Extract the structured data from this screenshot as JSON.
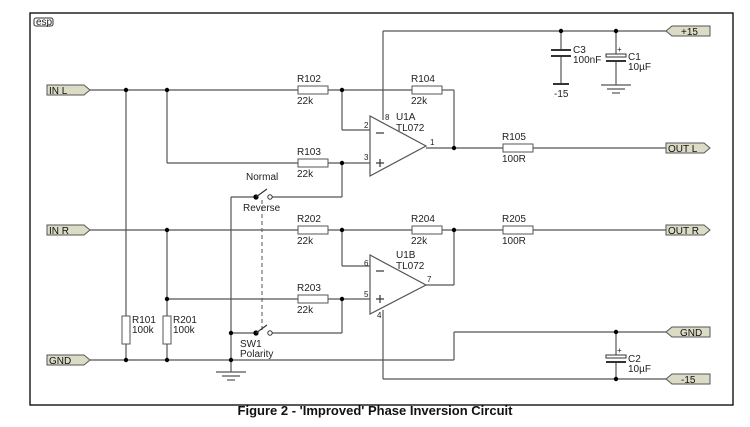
{
  "caption": "Figure 2 - 'Improved' Phase Inversion Circuit",
  "logo": "esp",
  "ports": {
    "in_l": "IN L",
    "in_r": "IN R",
    "gnd_in": "GND",
    "plus15": "+15",
    "out_l": "OUT L",
    "out_r": "OUT R",
    "gnd_out": "GND",
    "minus15": "-15"
  },
  "resistors": {
    "r101": {
      "ref": "R101",
      "value": "100k"
    },
    "r201": {
      "ref": "R201",
      "value": "100k"
    },
    "r102": {
      "ref": "R102",
      "value": "22k"
    },
    "r103": {
      "ref": "R103",
      "value": "22k"
    },
    "r104": {
      "ref": "R104",
      "value": "22k"
    },
    "r105": {
      "ref": "R105",
      "value": "100R"
    },
    "r202": {
      "ref": "R202",
      "value": "22k"
    },
    "r203": {
      "ref": "R203",
      "value": "22k"
    },
    "r204": {
      "ref": "R204",
      "value": "22k"
    },
    "r205": {
      "ref": "R205",
      "value": "100R"
    }
  },
  "capacitors": {
    "c1": {
      "ref": "C1",
      "value": "10µF",
      "polarity": "+"
    },
    "c2": {
      "ref": "C2",
      "value": "10µF",
      "polarity": "+"
    },
    "c3": {
      "ref": "C3",
      "value": "100nF",
      "rail": "-15"
    }
  },
  "opamps": {
    "u1a": {
      "ref": "U1A",
      "part": "TL072",
      "pins": {
        "inv": "2",
        "noninv": "3",
        "out": "1",
        "vplus": "8"
      }
    },
    "u1b": {
      "ref": "U1B",
      "part": "TL072",
      "pins": {
        "inv": "6",
        "noninv": "5",
        "out": "7",
        "vminus": "4"
      }
    }
  },
  "switch": {
    "ref": "SW1",
    "name": "Polarity",
    "pos_normal": "Normal",
    "pos_reverse": "Reverse"
  }
}
